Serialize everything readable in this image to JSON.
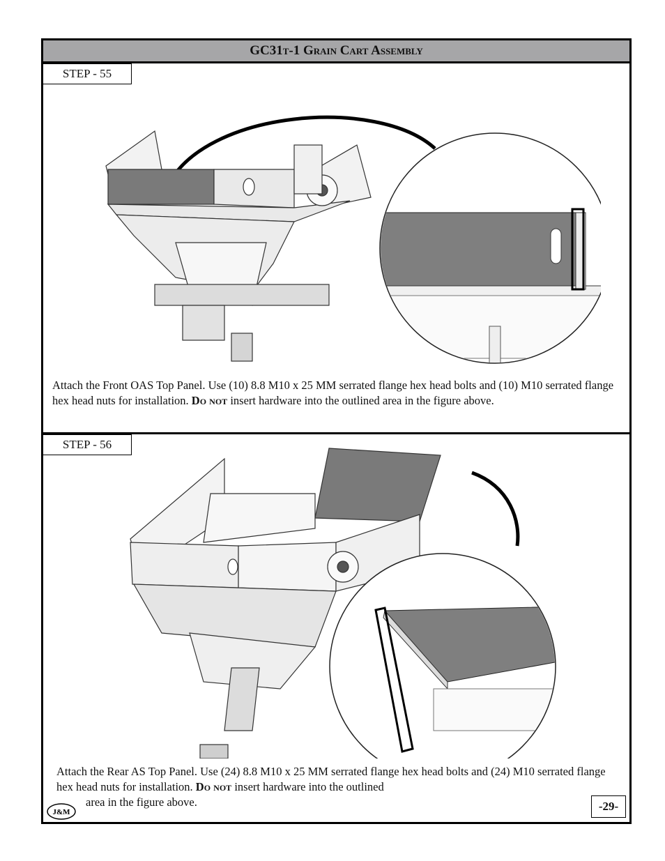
{
  "header": {
    "title_main": "GC31",
    "title_rest": "t-1 Grain Cart Assembly"
  },
  "steps": [
    {
      "label": "STEP - 55",
      "caption_lead": "Attach the Front OAS Top Panel. Use (10) 8.8 M10 x 25 MM serrated flange hex head bolts and (10) M10 serrated flange hex head nuts for installation.",
      "caption_emphasis": "Do not",
      "caption_tail": "insert hardware into the outlined area in the figure above."
    },
    {
      "label": "STEP - 56",
      "caption_lead": "Attach the Rear AS Top Panel. Use (24) 8.8 M10 x 25 MM serrated flange hex head bolts and (24) M10 serrated flange hex head nuts for installation.",
      "caption_emphasis": "Do not",
      "caption_tail": "insert hardware into the outlined",
      "caption_tail2": "area in the figure above."
    }
  ],
  "footer": {
    "page_number": "-29-",
    "logo_text": "J&M"
  }
}
